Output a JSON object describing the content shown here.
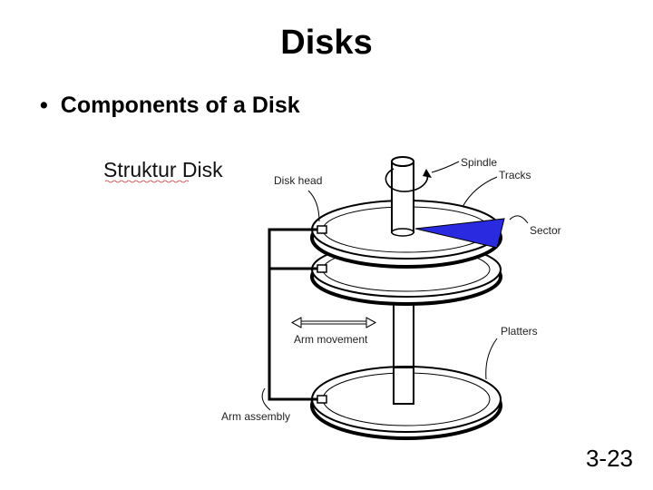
{
  "slide": {
    "title": "Disks",
    "bullet": "Components of a Disk",
    "page_number": "3-23"
  },
  "diagram": {
    "header": "Struktur Disk",
    "labels": {
      "disk_head": "Disk head",
      "spindle": "Spindle",
      "tracks": "Tracks",
      "sector": "Sector",
      "arm_movement": "Arm movement",
      "platters": "Platters",
      "arm_assembly": "Arm assembly"
    },
    "colors": {
      "sector": "#2a2ae0",
      "lines": "#000000"
    }
  }
}
